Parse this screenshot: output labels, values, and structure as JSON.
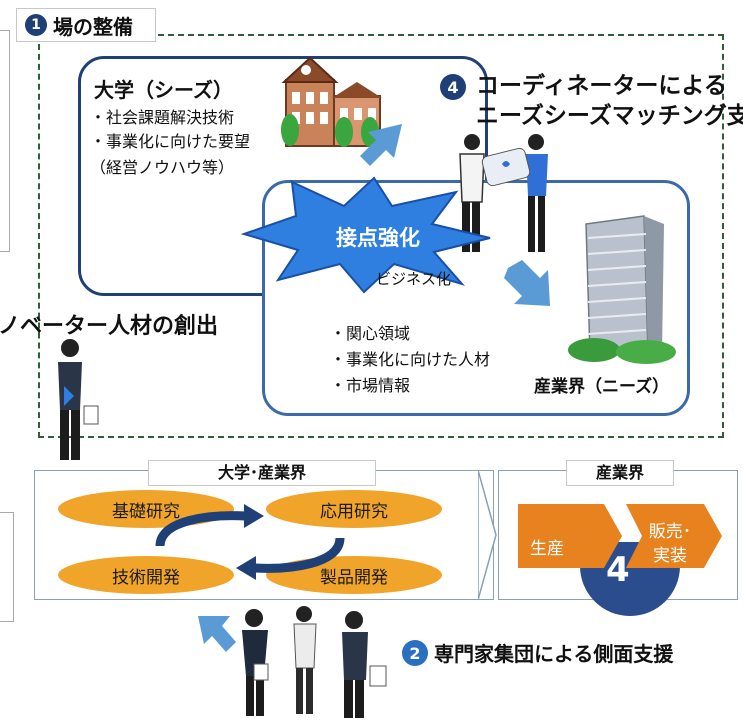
{
  "section1": {
    "number": "1",
    "title": "場の整備"
  },
  "university": {
    "heading": "大学（シーズ）",
    "bullets": [
      "・社会課題解決技術",
      "・事業化に向けた要望",
      "（経営ノウハウ等）"
    ]
  },
  "coordinator": {
    "number": "4",
    "line1": "コーディネーターによる",
    "line2": "ニーズシーズマッチング支援"
  },
  "contact": {
    "label": "接点強化",
    "sublabel": "ビジネス化"
  },
  "industry": {
    "bullets": [
      "・関心領域",
      "・事業化に向けた人材",
      "・市場情報"
    ],
    "heading": "産業界（ニーズ）"
  },
  "innovator": {
    "text": "ノベーター人材の創出"
  },
  "process_left": {
    "label": "大学･産業界",
    "ovals": [
      "基礎研究",
      "応用研究",
      "技術開発",
      "製品開発"
    ]
  },
  "process_right": {
    "label": "産業界",
    "boxes": [
      "生産",
      "販売･\n実装"
    ],
    "badge": "4"
  },
  "support": {
    "number": "2",
    "text": "専門家集団による側面支援"
  },
  "colors": {
    "navy": "#1f3f77",
    "orange": "#e8821e",
    "oval": "#f0a42a",
    "blue_arrow": "#5b9bd5",
    "burst": "#2f7fe0",
    "green_dash": "#2f5e3f"
  }
}
